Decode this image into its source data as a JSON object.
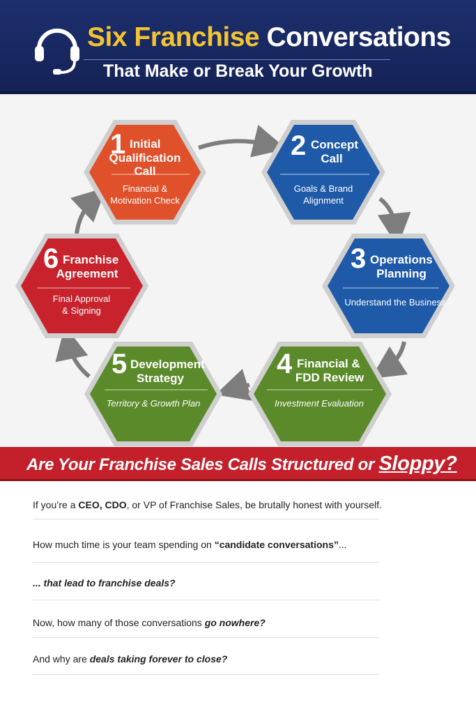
{
  "header": {
    "title_accent": "Six Franchise",
    "title_rest": " Conversations",
    "subtitle": "That Make or Break Your Growth",
    "icon": "headset-icon"
  },
  "steps": [
    {
      "number": "1",
      "title_l1": "Initial",
      "title_l2": "Qualification",
      "title_l3": "Call",
      "detail_l1": "Financial &",
      "detail_l2": "Motivation Check",
      "color": "#e0502a"
    },
    {
      "number": "2",
      "title_l1": "Concept",
      "title_l2": "Call",
      "detail_l1": "Goals & Brand",
      "detail_l2": "Alignment",
      "color": "#1e5aa8"
    },
    {
      "number": "3",
      "title_l1": "Operations",
      "title_l2": "Planning",
      "detail_l1": "Understand the Business",
      "color": "#1e5aa8"
    },
    {
      "number": "4",
      "title_l1": "Financial &",
      "title_l2": "FDD Review",
      "detail_l1": "Investment Evaluation",
      "color": "#5b8a2a"
    },
    {
      "number": "5",
      "title_l1": "Development",
      "title_l2": "Strategy",
      "detail_l1": "Territory & Growth Plan",
      "color": "#5b8a2a"
    },
    {
      "number": "6",
      "title_l1": "Franchise",
      "title_l2": "Agreement",
      "detail_l1": "Final Approval",
      "detail_l2": "& Signing",
      "color": "#c8222c"
    }
  ],
  "banner": {
    "text": "Are Your Franchise Sales Calls Structured or ",
    "emphasis": "Sloppy?"
  },
  "body": {
    "p1_a": "If you’re a ",
    "p1_b": "CEO, CDO",
    "p1_c": ", or VP of Franchise Sales, be brutally honest with yourself.",
    "p2_a": "How much time is your team spending on ",
    "p2_b": "“candidate conversations”",
    "p2_c": "...",
    "p3": "... that lead to franchise deals?",
    "p4_a": "Now, how many of those conversations ",
    "p4_b": "go nowhere?",
    "p5_a": "And why are ",
    "p5_b": "deals taking forever to close?"
  }
}
